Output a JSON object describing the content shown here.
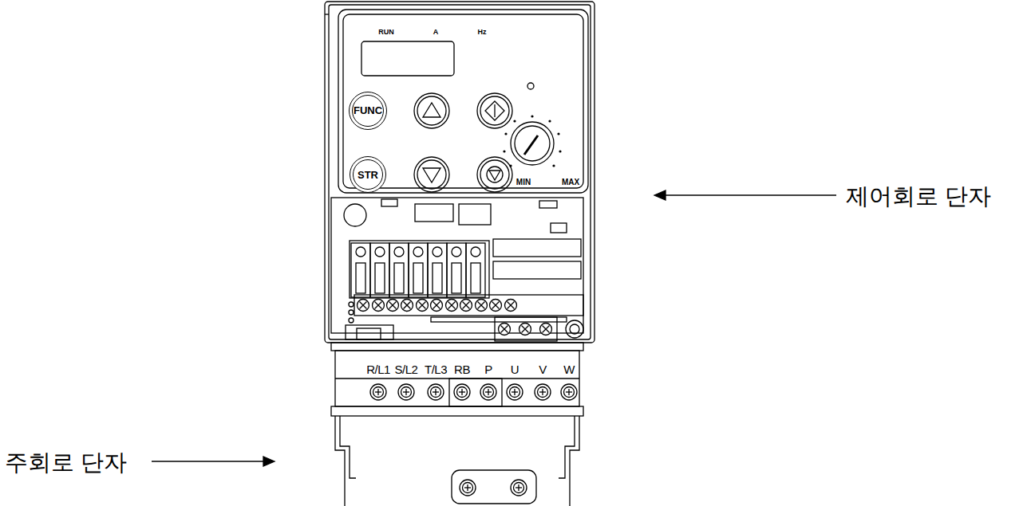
{
  "diagram": {
    "nodes": [
      {
        "text": [
          "FUNC"
        ]
      },
      {
        "text": [
          "STR"
        ]
      }
    ],
    "labels": [
      "RUN",
      "A",
      "Hz",
      "MIN",
      "MAX",
      "제어회로 단자",
      "R/L1",
      "S/L2",
      "T/L3",
      "RB",
      "P",
      "U",
      "V",
      "W",
      "주회로 단자"
    ]
  }
}
